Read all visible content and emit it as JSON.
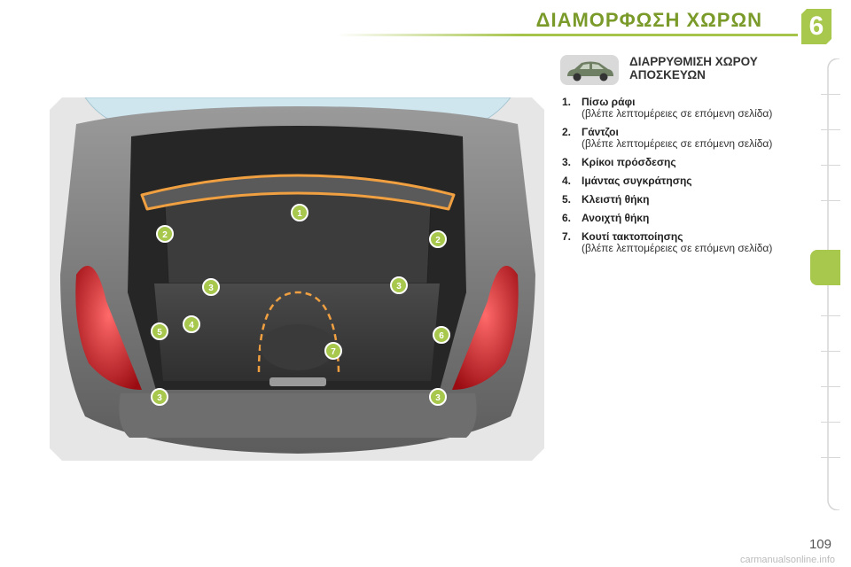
{
  "header": {
    "title": "ΔΙΑΜΟΡΦΩΣΗ ΧΩΡΩΝ",
    "chapter": "6",
    "accent_color": "#a7c74d"
  },
  "section": {
    "heading_line1": "ΔΙΑΡΡΥΘΜΙΣΗ ΧΩΡΟΥ",
    "heading_line2": "ΑΠΟΣΚΕΥΩΝ",
    "icon": "car-icon"
  },
  "legend": [
    {
      "num": "1.",
      "label": "Πίσω ράφι",
      "note": "(βλέπε λεπτομέρειες σε επόμενη σελίδα)"
    },
    {
      "num": "2.",
      "label": "Γάντζοι",
      "note": "(βλέπε λεπτομέρειες σε επόμενη σελίδα)"
    },
    {
      "num": "3.",
      "label": "Κρίκοι πρόσδεσης",
      "note": ""
    },
    {
      "num": "4.",
      "label": "Ιμάντας συγκράτησης",
      "note": ""
    },
    {
      "num": "5.",
      "label": "Κλειστή θήκη",
      "note": ""
    },
    {
      "num": "6.",
      "label": "Ανοιχτή θήκη",
      "note": ""
    },
    {
      "num": "7.",
      "label": "Κουτί τακτοποίησης",
      "note": "(βλέπε λεπτομέρειες σε επόμενη σελίδα)"
    }
  ],
  "photo_markers": [
    "1",
    "2",
    "2",
    "3",
    "3",
    "3",
    "3",
    "4",
    "5",
    "6",
    "7"
  ],
  "page_number": "109",
  "watermark": "carmanualsonline.info"
}
